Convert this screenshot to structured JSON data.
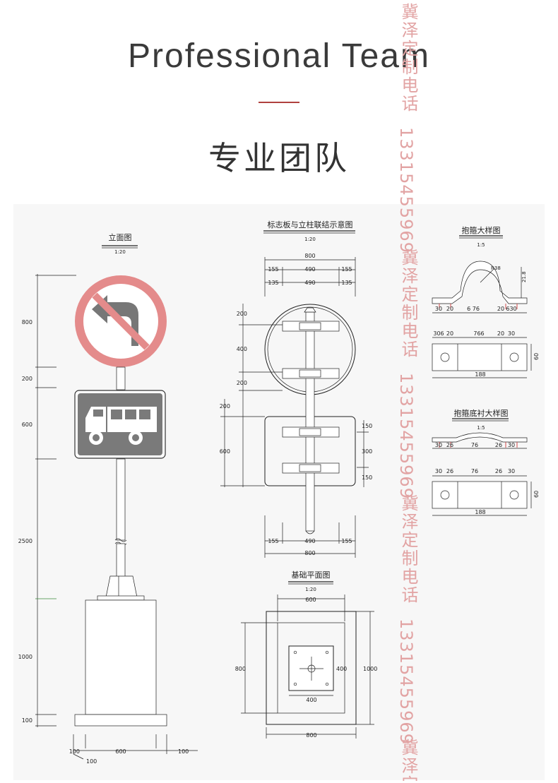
{
  "header": {
    "title_en": "Professional Team",
    "title_cn": "专业团队"
  },
  "watermark": {
    "company": "冀泽定制电话",
    "phone": "13315455969",
    "color": "#e2a3a3"
  },
  "drawing": {
    "elevation": {
      "title": "立面图",
      "scale": "1:20",
      "dims": {
        "d800": "800",
        "d200": "200",
        "d600": "600",
        "d2500": "2500",
        "d1000": "1000",
        "d100": "100",
        "b600": "600",
        "b100l": "100",
        "b100r": "100",
        "b100b": "100"
      }
    },
    "connection": {
      "title": "标志板与立柱联结示意图",
      "scale": "1:20",
      "dims": {
        "top800": "800",
        "t155a": "155",
        "t490a": "490",
        "t155b": "155",
        "t135a": "135",
        "t490b": "490",
        "t135b": "135",
        "l200a": "200",
        "l400": "400",
        "l200b": "200",
        "l200c": "200",
        "l600": "600",
        "r150a": "150",
        "r300": "300",
        "r150b": "150",
        "b155a": "155",
        "b490": "490",
        "b155b": "155",
        "b800": "800"
      }
    },
    "foundation": {
      "title": "基础平面图",
      "scale": "1:20",
      "dims": {
        "top600": "600",
        "l800": "800",
        "r1000": "1000",
        "r400": "400",
        "b400": "400",
        "b800": "800"
      }
    },
    "clamp": {
      "title": "抱箍大样图",
      "scale": "1:5",
      "dims": {
        "r38": "R38",
        "h218": "21.8",
        "a30": "30",
        "a20": "20",
        "a676": "6 76",
        "a20b": "20",
        "a630": "630",
        "p306": "306",
        "p20": "20",
        "p766": "766",
        "p20b": "20",
        "p30": "30",
        "w188": "188",
        "h60": "60"
      }
    },
    "liner": {
      "title": "抱箍底衬大样图",
      "scale": "1:5",
      "dims": {
        "a30": "30",
        "a26": "26",
        "a76": "76",
        "a26b": "26",
        "a30b": "30",
        "p30": "30",
        "p26": "26",
        "p76": "76",
        "p26b": "26",
        "p30b": "30",
        "w188": "188",
        "h60": "60"
      }
    }
  }
}
